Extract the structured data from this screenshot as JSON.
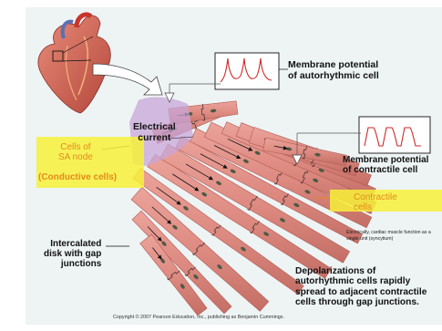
{
  "colors": {
    "background": "#eef3f4",
    "fiber": "#de8b82",
    "fiber_edge": "#b05a52",
    "nucleus": "#4d5a45",
    "current_region": "#c7a6d8",
    "highlight": "#f7f13a",
    "highlight_text_orange": "#e58a1a"
  },
  "labels": {
    "membrane_auto": [
      "Membrane potential",
      "of autorhythmic cell"
    ],
    "electrical_current": [
      "Electrical",
      "current"
    ],
    "cells_sa": [
      "Cells of",
      "SA node"
    ],
    "conductive": "(Conductive cells)",
    "membrane_contractile": [
      "Membrane potential",
      "of contractile cell"
    ],
    "contractile": [
      "Contractile",
      "cells"
    ],
    "note": "Electrically, cardiac muscle function as a single unit (syncytium)",
    "intercalated": [
      "Intercalated",
      "disk with gap",
      "junctions"
    ],
    "depolarization": [
      "Depolarizations of",
      "autorhythmic cells rapidly",
      "spread to adjacent contractile",
      "cells through gap junctions."
    ],
    "copyright": "Copyright © 2007 Pearson Education, Inc., publishing as Benjamin Cummings."
  },
  "icons": [
    "heart-illustration",
    "autorhythmic-waveform-icon",
    "contractile-waveform-icon"
  ]
}
